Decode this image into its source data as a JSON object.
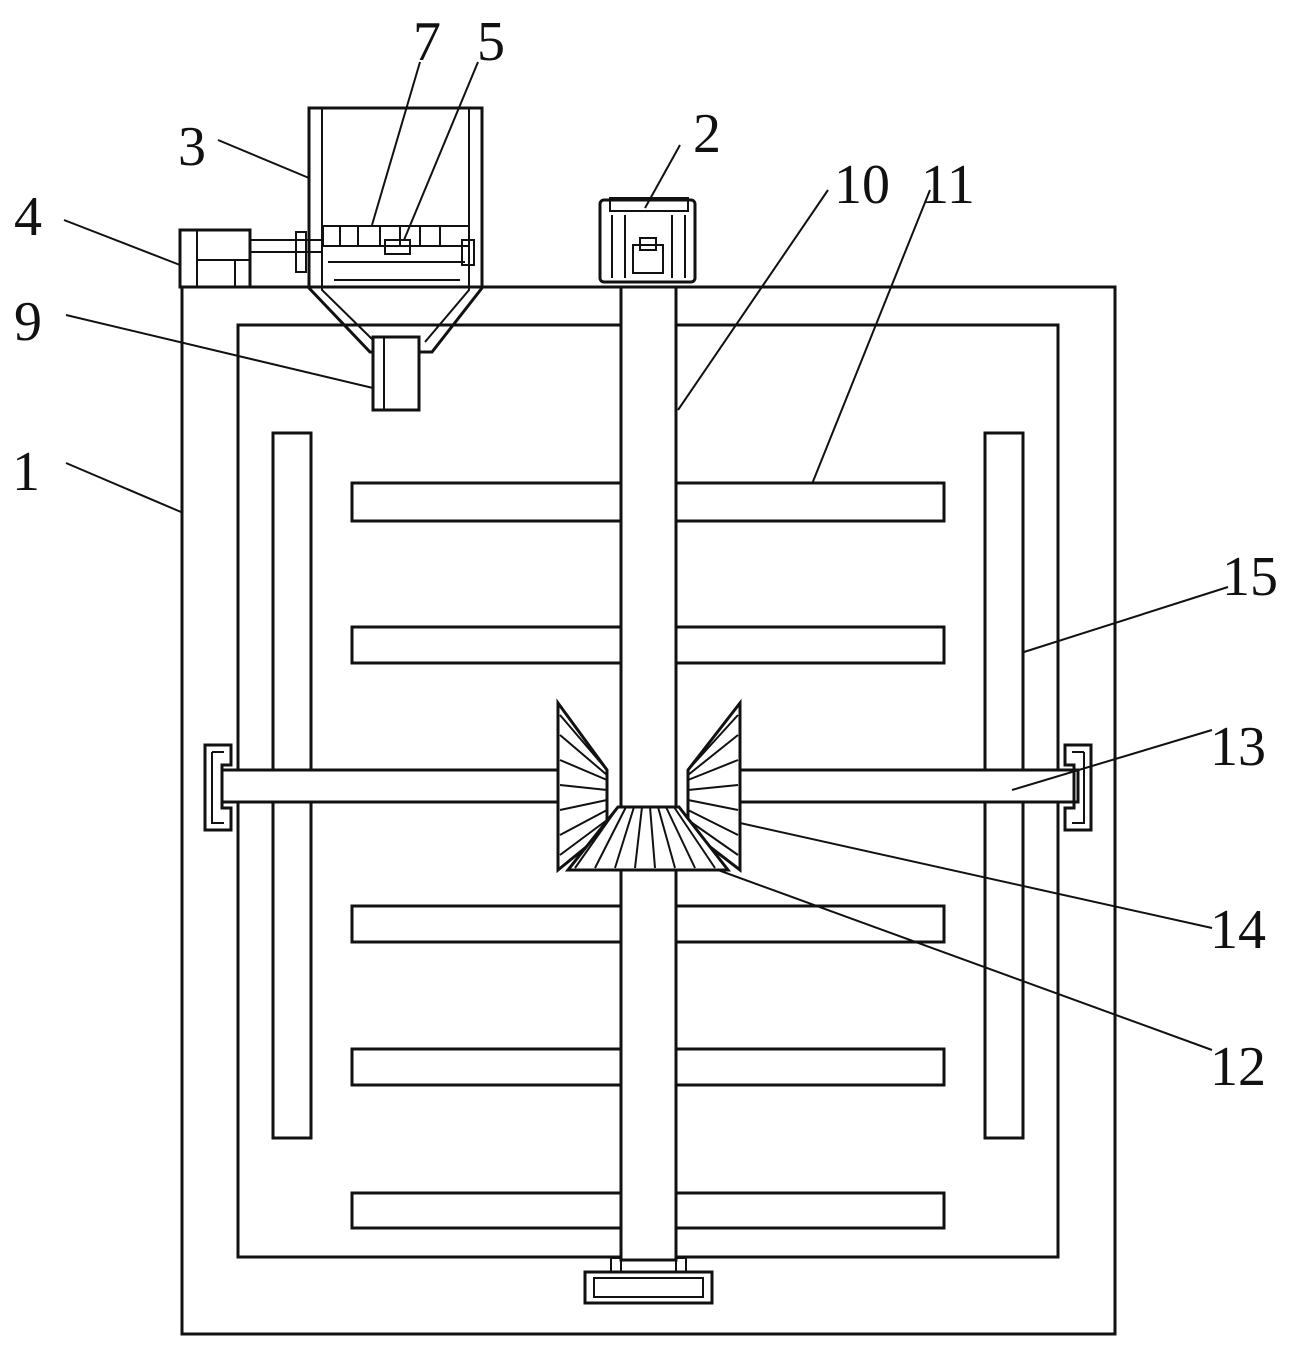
{
  "labels": {
    "l1": "1",
    "l2": "2",
    "l3": "3",
    "l4": "4",
    "l5": "5",
    "l7": "7",
    "l9": "9",
    "l10": "10",
    "l11": "11",
    "l12": "12",
    "l13": "13",
    "l14": "14",
    "l15": "15"
  },
  "colors": {
    "line": "#111111",
    "background": "#ffffff"
  }
}
